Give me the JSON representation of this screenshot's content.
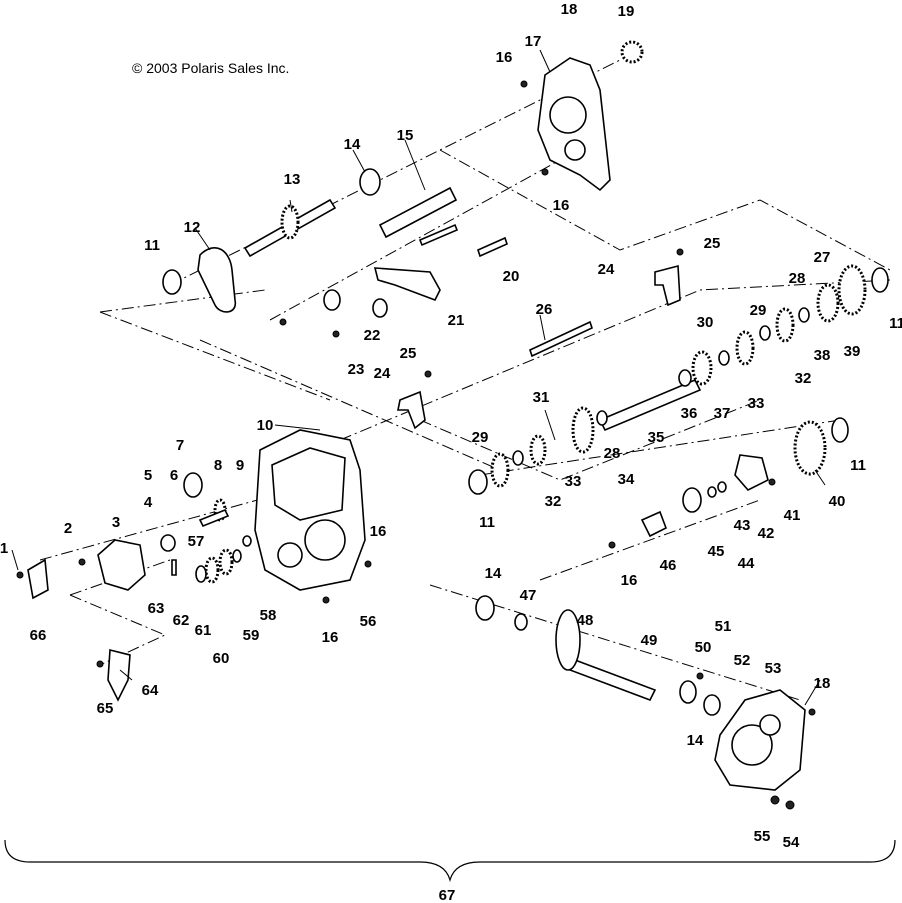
{
  "copyright": "© 2003 Polaris Sales Inc.",
  "labels": [
    "1",
    "2",
    "3",
    "4",
    "5",
    "6",
    "7",
    "8",
    "9",
    "10",
    "11",
    "11",
    "11",
    "11",
    "12",
    "13",
    "14",
    "14",
    "14",
    "15",
    "16",
    "16",
    "16",
    "16",
    "16",
    "17",
    "18",
    "18",
    "19",
    "20",
    "21",
    "22",
    "23",
    "24",
    "24",
    "25",
    "25",
    "26",
    "27",
    "28",
    "28",
    "29",
    "29",
    "30",
    "31",
    "32",
    "32",
    "33",
    "33",
    "34",
    "35",
    "36",
    "37",
    "38",
    "39",
    "40",
    "41",
    "42",
    "43",
    "44",
    "45",
    "46",
    "47",
    "48",
    "49",
    "50",
    "51",
    "52",
    "53",
    "54",
    "55",
    "56",
    "57",
    "58",
    "59",
    "60",
    "61",
    "62",
    "63",
    "64",
    "65",
    "66",
    "67"
  ]
}
